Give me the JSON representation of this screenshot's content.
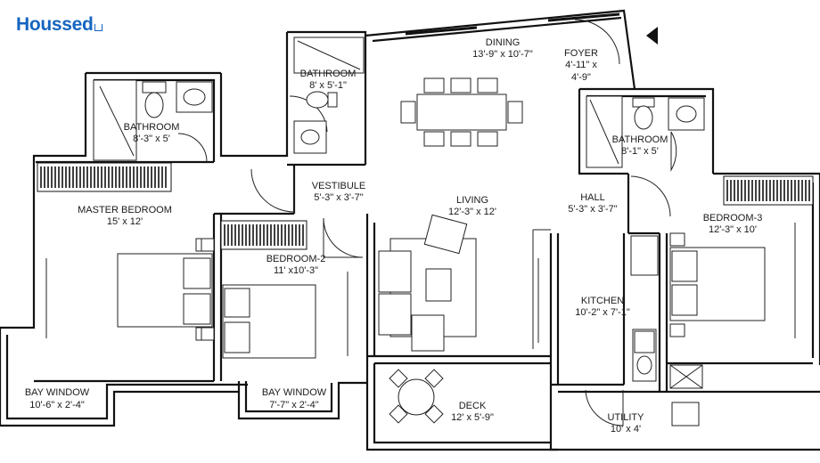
{
  "brand": {
    "name": "Houssed",
    "color": "#1565c0"
  },
  "rooms": [
    {
      "id": "dining",
      "name": "DINING",
      "size": "13'-9\" x 10'-7\""
    },
    {
      "id": "foyer",
      "name": "FOYER",
      "size_lines": [
        "4'-11\" x",
        "4'-9\""
      ]
    },
    {
      "id": "bathroom-1",
      "name": "BATHROOM",
      "size": "8' x 5'-1\""
    },
    {
      "id": "bathroom-2",
      "name": "BATHROOM",
      "size": "8'-3\" x 5'"
    },
    {
      "id": "bathroom-3",
      "name": "BATHROOM",
      "size": "8'-1\" x 5'"
    },
    {
      "id": "master-bedroom",
      "name": "MASTER BEDROOM",
      "size": "15' x 12'"
    },
    {
      "id": "vestibule",
      "name": "VESTIBULE",
      "size": "5'-3\" x 3'-7\""
    },
    {
      "id": "living",
      "name": "LIVING",
      "size": "12'-3\" x 12'"
    },
    {
      "id": "hall",
      "name": "HALL",
      "size": "5'-3\" x 3'-7\""
    },
    {
      "id": "bedroom-3",
      "name": "BEDROOM-3",
      "size": "12'-3\" x 10'"
    },
    {
      "id": "bedroom-2",
      "name": "BEDROOM-2",
      "size": "11' x10'-3\""
    },
    {
      "id": "kitchen",
      "name": "KITCHEN",
      "size": "10'-2\" x 7'-1\""
    },
    {
      "id": "bay-window-1",
      "name": "BAY WINDOW",
      "size": "10'-6\" x 2'-4\""
    },
    {
      "id": "bay-window-2",
      "name": "BAY WINDOW",
      "size": "7'-7\" x 2'-4\""
    },
    {
      "id": "deck",
      "name": "DECK",
      "size": "12' x 5'-9\""
    },
    {
      "id": "utility",
      "name": "UTILITY",
      "size": "10' x 4'"
    }
  ]
}
